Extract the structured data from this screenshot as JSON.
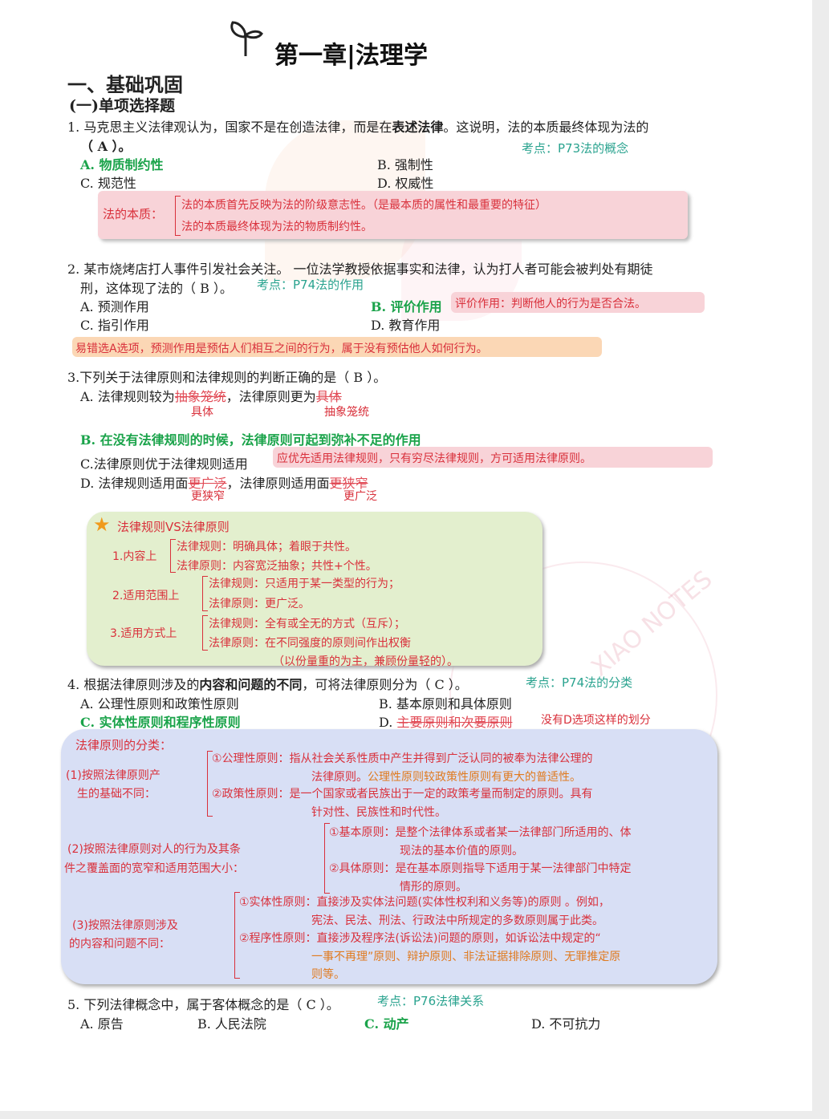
{
  "title": "第一章|法理学",
  "section": "一、基础巩固",
  "subsection": "(一)单项选择题",
  "q1": {
    "line1a": "1.  马克思主义法律观认为，国家不是在创造法律，而是在",
    "line1b": "表述法律",
    "line1c": "。这说明，法的本质最终体现为法的",
    "line2": "（ A  ）。",
    "note": "考点：P73法的概念",
    "a": "A.  物质制约性",
    "b": "B. 强制性",
    "c": "C.  规范性",
    "d": "D. 权威性",
    "box_label": "法的本质：",
    "box_line1": "法的本质首先反映为法的阶级意志性。（是最本质的属性和最重要的特征）",
    "box_line2": "法的本质最终体现为法的物质制约性。"
  },
  "q2": {
    "line1": "2.  某市烧烤店打人事件引发社会关注。 一位法学教授依据事实和法律，认为打人者可能会被判处有期徒",
    "line2": "刑，这体现了法的（ B ）。",
    "note": "考点：P74法的作用",
    "a": "A.  预测作用",
    "b": "B. 评价作用",
    "b_note": "评价作用：判断他人的行为是否合法。",
    "c": "C.  指引作用",
    "d": "D. 教育作用",
    "warn": "易错选A选项，预测作用是预估人们相互之间的行为，属于没有预估他人如何行为。"
  },
  "q3": {
    "line1": "3.下列关于法律原则和法律规则的判断正确的是（ B ）。",
    "a1": "A. 法律规则较为",
    "a_strike1": "抽象笼统",
    "a2": "，法律原则更为",
    "a_strike2": "具体",
    "a_fix1": "具体",
    "a_fix2": "抽象笼统",
    "b": "B. 在没有法律规则的时候，法律原则可起到弥补不足的作用",
    "c": "C.法律原则优于法律规则适用",
    "c_note": "应优先适用法律规则，只有穷尽法律规则，方可适用法律原则。",
    "d1": "D. 法律规则适用面",
    "d_strike1": "更广泛",
    "d2": "，法律原则适用面",
    "d_strike2": "更狭窄",
    "d_fix1": "更狭窄",
    "d_fix2": "更广泛",
    "card_title": "法律规则VS法律原则",
    "row1_label": "1.内容上",
    "row1_l1": "法律规则：明确具体；着眼于共性。",
    "row1_l2": "法律原则：内容宽泛抽象；共性+个性。",
    "row2_label": "2.适用范围上",
    "row2_l1": "法律规则：只适用于某一类型的行为；",
    "row2_l2": "法律原则：更广泛。",
    "row3_label": "3.适用方式上",
    "row3_l1": "法律规则：全有或全无的方式（互斥）；",
    "row3_l2": "法律原则：在不同强度的原则间作出权衡",
    "row3_l3": "（以份量重的为主，兼顾份量轻的）。"
  },
  "q4": {
    "line1a": "4.  根据法律原则涉及的",
    "line1b": "内容和问题的不同",
    "line1c": "，可将法律原则分为（ C  ）。",
    "note": "考点：P74法的分类",
    "a": "A. 公理性原则和政策性原则",
    "b": "B.  基本原则和具体原则",
    "c": "C. 实体性原则和程序性原则",
    "d_prefix": "D.  ",
    "d_strike": "主要原则和次要原则",
    "d_note": "没有D选项这样的划分",
    "card_title": "法律原则的分类：",
    "g1_label1": "(1)按照法律原则产",
    "g1_label2": "生的基础不同：",
    "g1_i1a": "①公理性原则：指从社会关系性质中产生并得到广泛认同的被奉为法律公理的",
    "g1_i1b": "法律原则。",
    "g1_i1c": "公理性原则较政策性原则有更大的普适性。",
    "g1_i2a": "②政策性原则：是一个国家或者民族出于一定的政策考量而制定的原则。具有",
    "g1_i2b": "针对性、民族性和时代性。",
    "g2_label1": "(2)按照法律原则对人的行为及其条",
    "g2_label2": "件之覆盖面的宽窄和适用范围大小：",
    "g2_i1a": "①基本原则：是整个法律体系或者某一法律部门所适用的、体",
    "g2_i1b": "现法的基本价值的原则。",
    "g2_i2a": "②具体原则：是在基本原则指导下适用于某一法律部门中特定",
    "g2_i2b": "情形的原则。",
    "g3_label1": "(3)按照法律原则涉及",
    "g3_label2": "的内容和问题不同：",
    "g3_i1a": "①实体性原则：直接涉及实体法问题(实体性权利和义务等)的原则 。例如，",
    "g3_i1b": "宪法、民法、刑法、行政法中所规定的多数原则属于此类。",
    "g3_i2a": "②程序性原则：直接涉及程序法(诉讼法)问题的原则，如诉讼法中规定的“",
    "g3_i2b": "一事不再理”原则、辩护原则、非法证据排除原则、无罪推定原",
    "g3_i2c": "则等。"
  },
  "q5": {
    "line1": "5.  下列法律概念中，属于客体概念的是（ C  ）。",
    "note": "考点：P76法律关系",
    "a": "A.  原告",
    "b": "B.  人民法院",
    "c": "C.  动产",
    "d": "D.  不可抗力"
  },
  "colors": {
    "green": "#1aa34a",
    "note_teal": "#2aa38f",
    "pen_red": "#d9303b",
    "orange": "#e07a1f",
    "pink_box": "#f8d3d8",
    "orange_box": "#fbd7b5",
    "green_card": "#e3efce",
    "blue_card": "#d8dff5"
  }
}
